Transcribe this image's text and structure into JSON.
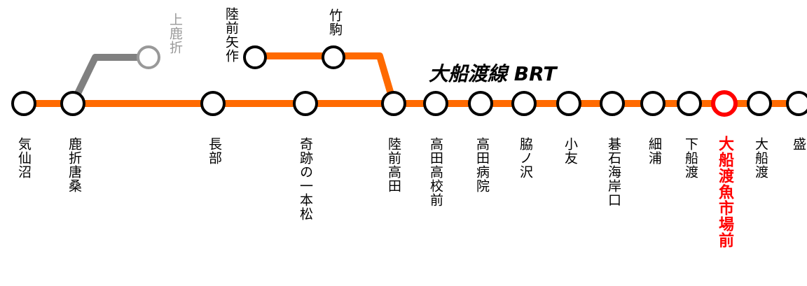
{
  "line": {
    "title": "大船渡線 BRT",
    "colors": {
      "main": "#ff6a00",
      "disused": "#808080",
      "current": "#ff0000",
      "station_fill": "#ffffff",
      "station_stroke": "#000000"
    }
  },
  "stations": [
    {
      "name": "気仙沼"
    },
    {
      "name": "鹿折唐桑"
    },
    {
      "name": "長部"
    },
    {
      "name": "奇跡の一本松"
    },
    {
      "name": "陸前高田"
    },
    {
      "name": "高田高校前"
    },
    {
      "name": "高田病院"
    },
    {
      "name": "脇ノ沢"
    },
    {
      "name": "小友"
    },
    {
      "name": "碁石海岸口"
    },
    {
      "name": "細浦"
    },
    {
      "name": "下船渡"
    },
    {
      "name": "大船渡魚市場前",
      "current": true
    },
    {
      "name": "大船渡"
    },
    {
      "name": "盛"
    }
  ],
  "upper_stations": [
    {
      "name": "上鹿折",
      "disused": true
    },
    {
      "name": "陸前矢作"
    },
    {
      "name": "竹駒"
    }
  ]
}
